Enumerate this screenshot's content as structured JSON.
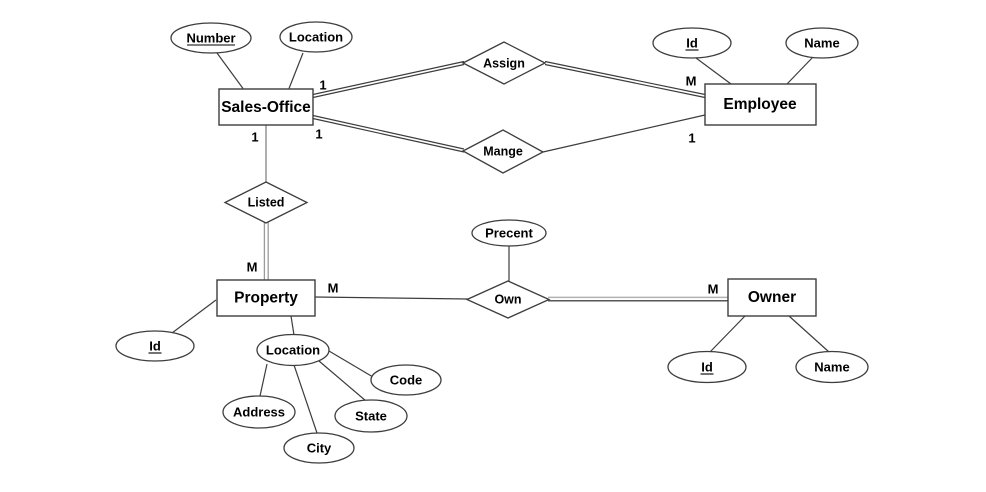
{
  "diagram": {
    "type": "entity-relationship-diagram",
    "colors": {
      "background": "#ffffff",
      "shape_stroke": "#3d3d3d",
      "secondary_line": "#9a9a9a",
      "text": "#000000"
    },
    "entities": {
      "sales_office": {
        "label": "Sales-Office"
      },
      "employee": {
        "label": "Employee"
      },
      "property": {
        "label": "Property"
      },
      "owner": {
        "label": "Owner"
      }
    },
    "relationships": {
      "assign": {
        "label": "Assign"
      },
      "mange": {
        "label": "Mange"
      },
      "listed": {
        "label": "Listed"
      },
      "own": {
        "label": "Own"
      }
    },
    "attributes": {
      "sales_office_number": {
        "label": "Number",
        "key": true
      },
      "sales_office_location": {
        "label": "Location",
        "key": false
      },
      "employee_id": {
        "label": "Id",
        "key": true
      },
      "employee_name": {
        "label": "Name",
        "key": false
      },
      "own_precent": {
        "label": "Precent",
        "key": false
      },
      "property_id": {
        "label": "Id",
        "key": true
      },
      "property_location": {
        "label": "Location",
        "key": false
      },
      "location_address": {
        "label": "Address",
        "key": false
      },
      "location_city": {
        "label": "City",
        "key": false
      },
      "location_state": {
        "label": "State",
        "key": false
      },
      "location_code": {
        "label": "Code",
        "key": false
      },
      "owner_id": {
        "label": "Id",
        "key": true
      },
      "owner_name": {
        "label": "Name",
        "key": false
      }
    },
    "cardinalities": {
      "sales_office_to_assign": "1",
      "sales_office_to_mange": "1",
      "sales_office_to_listed": "1",
      "employee_to_assign": "M",
      "employee_to_mange": "1",
      "property_to_listed": "M",
      "property_to_own": "M",
      "owner_to_own": "M"
    }
  }
}
